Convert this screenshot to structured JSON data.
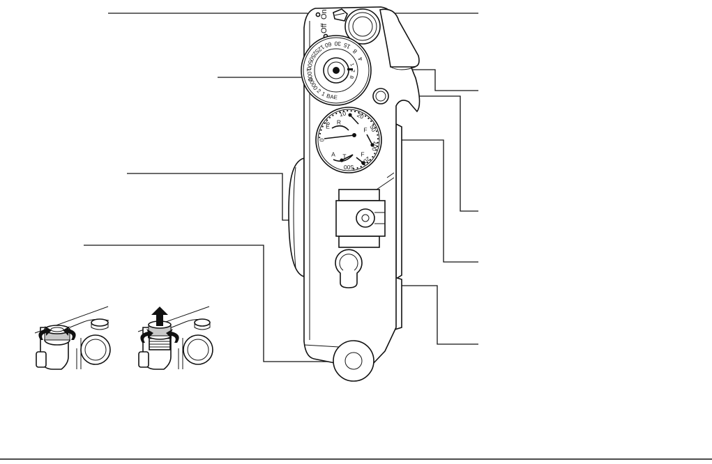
{
  "switch": {
    "off_label": "Off",
    "on_label": "On"
  },
  "shutter_dial": {
    "speeds": [
      "2000",
      "1000",
      "500",
      "250",
      "125",
      "60",
      "30",
      "15",
      "8",
      "4"
    ],
    "extra": [
      "AE",
      "B",
      "1",
      "2"
    ]
  },
  "exposure_dial": {
    "outer_scale": [
      "0",
      "5",
      "10",
      "20",
      "50",
      "100",
      "200",
      "500"
    ],
    "letters": [
      "E",
      "R",
      "F",
      "A",
      "F",
      "T"
    ]
  },
  "colors": {
    "ink": "#111111",
    "fill": "#ffffff",
    "shade": "#c9c9c9"
  }
}
